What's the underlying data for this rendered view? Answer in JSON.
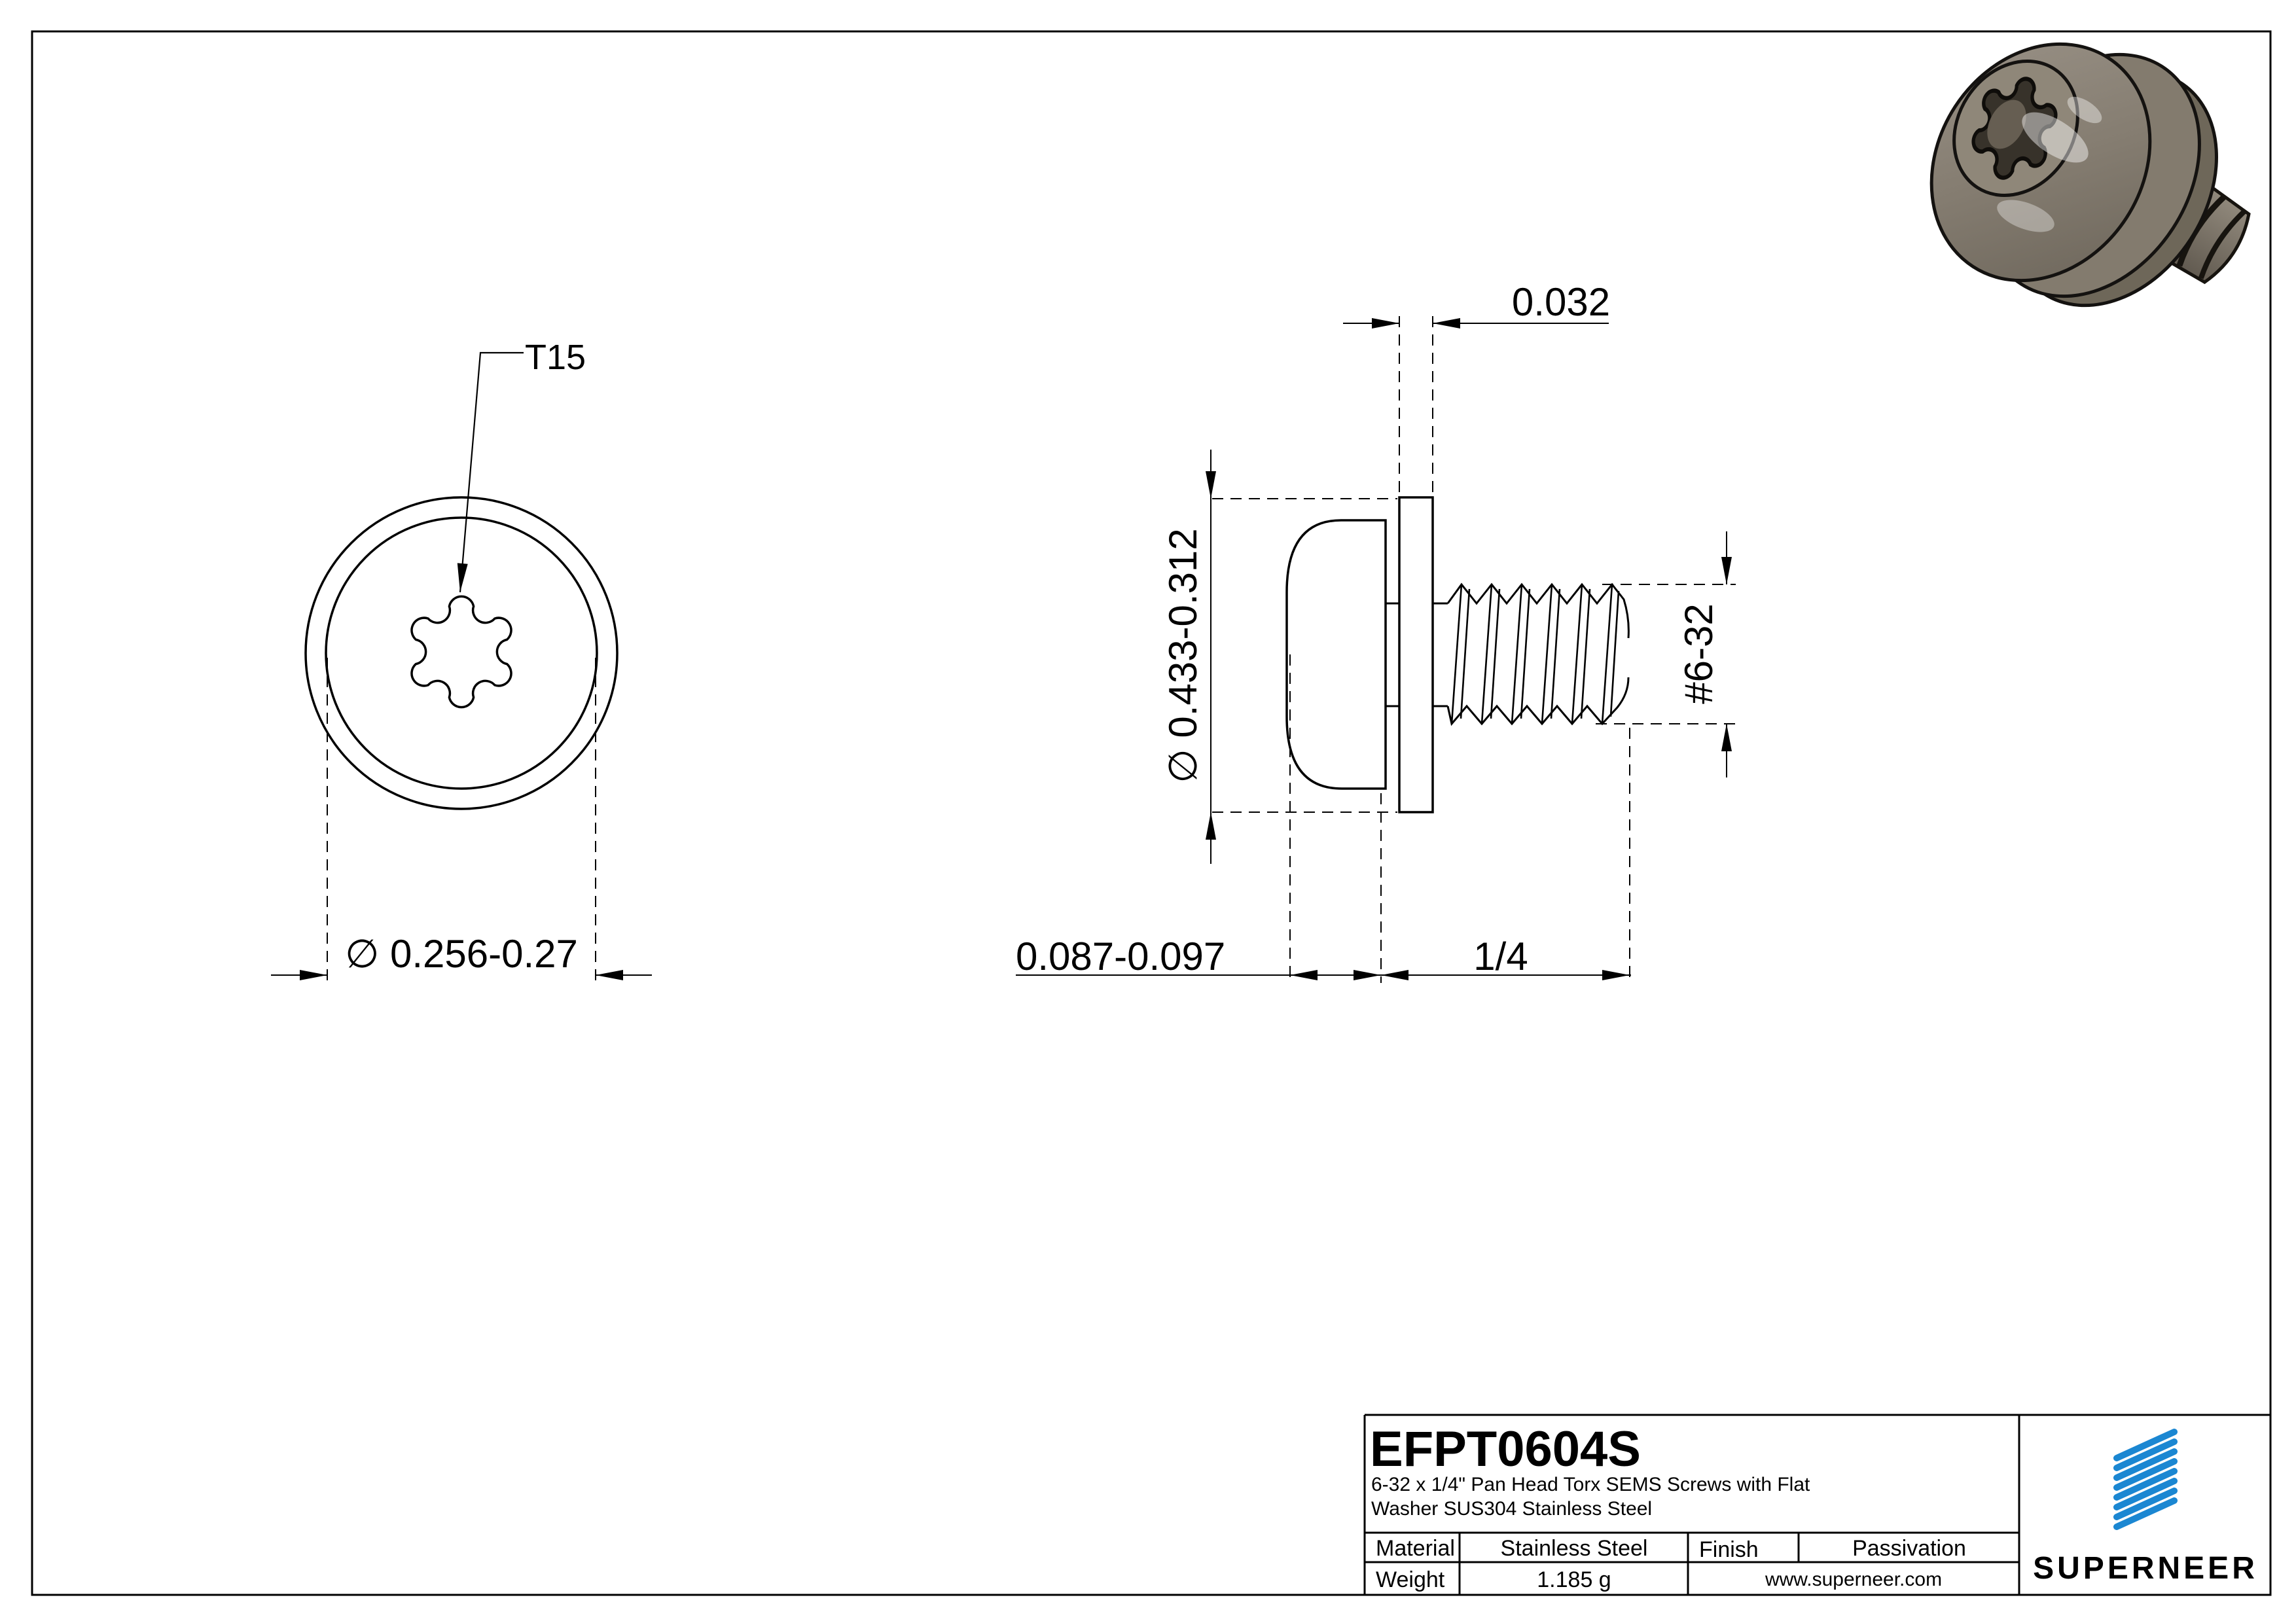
{
  "drawing": {
    "background": "#ffffff",
    "line_color": "#000000",
    "front_view": {
      "drive_label": "T15",
      "head_diameter_label": "∅ 0.256-0.27"
    },
    "side_view": {
      "washer_thickness_label": "0.032",
      "washer_diameter_label": "∅ 0.433-0.312",
      "thread_spec_label": "#6-32",
      "head_height_label": "0.087-0.097",
      "thread_length_label": "1/4"
    }
  },
  "title_block": {
    "part_number": "EFPT0604S",
    "description_line1": "6-32 x 1/4\" Pan Head Torx SEMS Screws with Flat",
    "description_line2": "Washer SUS304 Stainless Steel",
    "material_label": "Material",
    "material_value": "Stainless Steel",
    "finish_label": "Finish",
    "finish_value": "Passivation",
    "weight_label": "Weight",
    "weight_value": "1.185 g",
    "website": "www.superneer.com",
    "brand_name": "SUPERNEER",
    "brand_color": "#1b87d2",
    "link_color": "#1a6fd0"
  }
}
